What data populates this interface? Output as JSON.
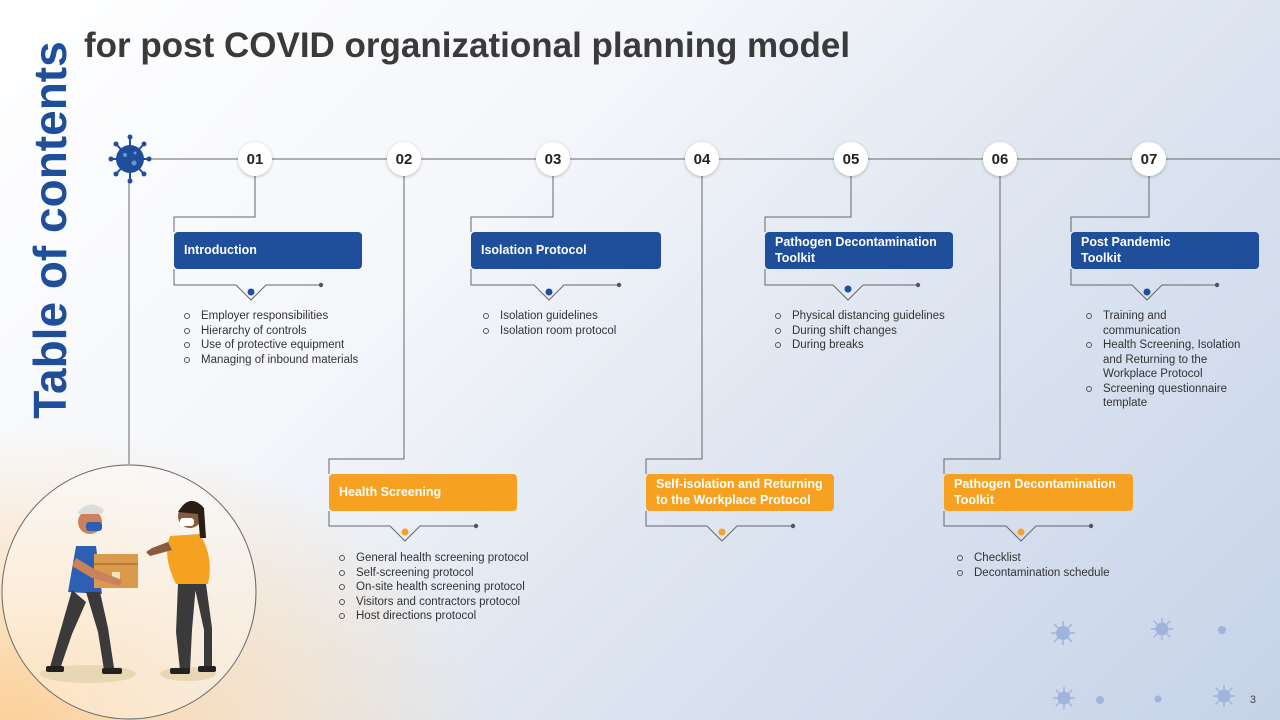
{
  "slide": {
    "vertical_title": "Table of contents",
    "title": "for post COVID organizational planning model",
    "page_number": "3"
  },
  "colors": {
    "blue": "#1f4e9a",
    "orange": "#f6a121",
    "title_gray": "#3a3a3a"
  },
  "steps": [
    {
      "number": "01",
      "title": "Introduction",
      "bullets": [
        "Employer responsibilities",
        "Hierarchy of controls",
        "Use of protective equipment",
        "Managing of inbound materials"
      ]
    },
    {
      "number": "02",
      "title": "Health Screening",
      "bullets": [
        "General health screening protocol",
        "Self-screening protocol",
        "On-site health screening protocol",
        "Visitors and contractors protocol",
        "Host directions protocol"
      ]
    },
    {
      "number": "03",
      "title": "Isolation Protocol",
      "bullets": [
        "Isolation guidelines",
        "Isolation room protocol"
      ]
    },
    {
      "number": "04",
      "title": "Self-isolation and Returning to the Workplace Protocol",
      "bullets": []
    },
    {
      "number": "05",
      "title": "Pathogen Decontamination Toolkit",
      "bullets": [
        "Physical distancing guidelines",
        "During shift changes",
        "During breaks"
      ]
    },
    {
      "number": "06",
      "title": "Pathogen Decontamination Toolkit",
      "bullets": [
        "Checklist",
        "Decontamination schedule"
      ]
    },
    {
      "number": "07",
      "title": "Post Pandemic Toolkit",
      "bullets": [
        "Training and communication",
        "Health Screening, Isolation and Returning to the Workplace Protocol",
        "Screening questionnaire template"
      ]
    }
  ],
  "icons": {
    "timeline_start": "virus-icon",
    "illustration": "delivery-person-handing-box-icon",
    "decoration": "virus-icon"
  }
}
